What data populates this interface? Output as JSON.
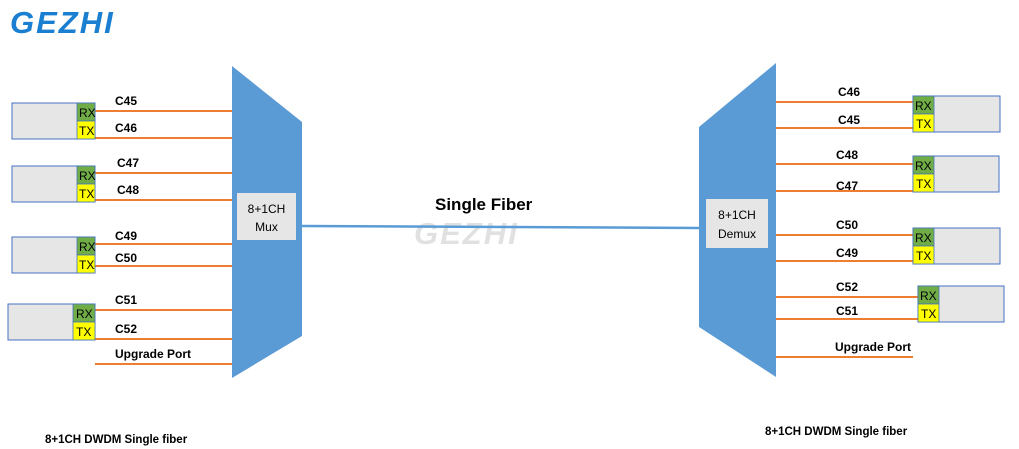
{
  "brand": {
    "logo_text": "GEZHI",
    "watermark_text": "GEZHI",
    "color": "#1a7fd1"
  },
  "colors": {
    "device": "#5b9bd5",
    "line": "#ed7d31",
    "fiber": "#5b9bd5",
    "rx": "#70ad47",
    "tx": "#ffff00",
    "module": "#e7e6e6"
  },
  "mux": {
    "label_line1": "8+1CH",
    "label_line2": "Mux",
    "modules": [
      {
        "rx": "RX",
        "tx": "TX",
        "rx_channel": "C45",
        "tx_channel": "C46"
      },
      {
        "rx": "RX",
        "tx": "TX",
        "rx_channel": "C47",
        "tx_channel": "C48"
      },
      {
        "rx": "RX",
        "tx": "TX",
        "rx_channel": "C49",
        "tx_channel": "C50"
      },
      {
        "rx": "RX",
        "tx": "TX",
        "rx_channel": "C51",
        "tx_channel": "C52"
      }
    ],
    "upgrade_port": "Upgrade Port",
    "caption": "8+1CH DWDM Single fiber"
  },
  "fiber": {
    "label": "Single Fiber"
  },
  "demux": {
    "label_line1": "8+1CH",
    "label_line2": "Demux",
    "modules": [
      {
        "rx": "RX",
        "tx": "TX",
        "rx_channel": "C46",
        "tx_channel": "C45"
      },
      {
        "rx": "RX",
        "tx": "TX",
        "rx_channel": "C48",
        "tx_channel": "C47"
      },
      {
        "rx": "RX",
        "tx": "TX",
        "rx_channel": "C50",
        "tx_channel": "C49"
      },
      {
        "rx": "RX",
        "tx": "TX",
        "rx_channel": "C52",
        "tx_channel": "C51"
      }
    ],
    "upgrade_port": "Upgrade Port",
    "caption": "8+1CH DWDM Single fiber"
  }
}
